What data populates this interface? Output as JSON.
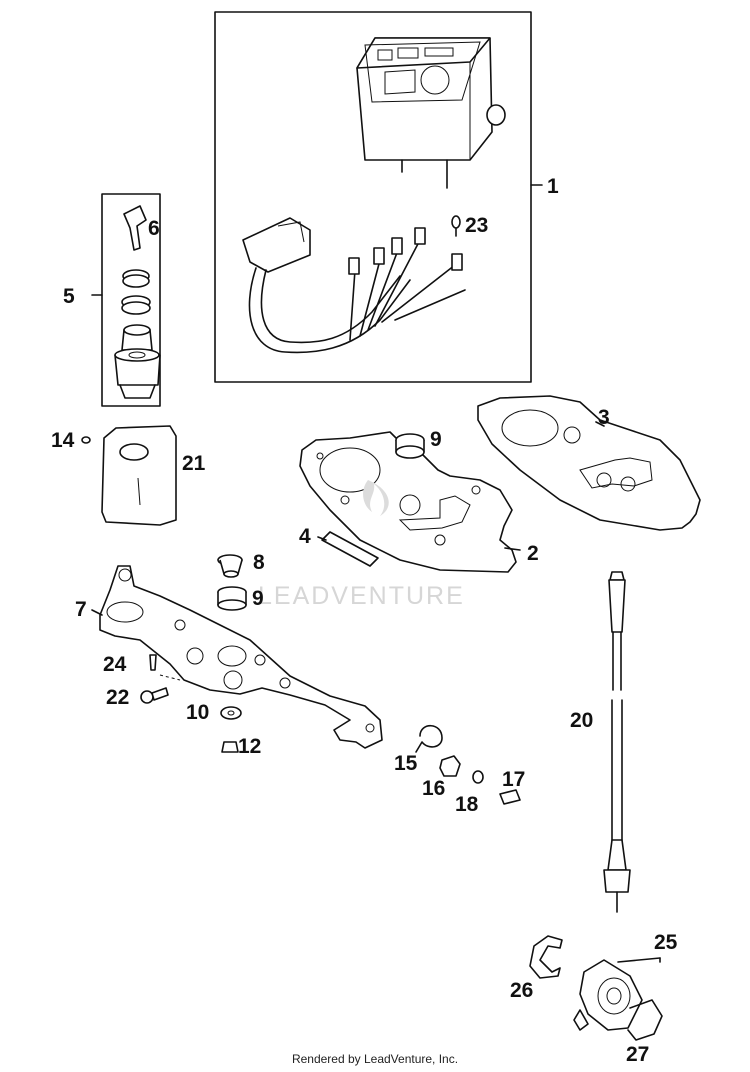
{
  "watermark": "LEADVENTURE",
  "footer": "Rendered by LeadVenture, Inc.",
  "callouts": {
    "c1": "1",
    "c2": "2",
    "c3": "3",
    "c4": "4",
    "c5": "5",
    "c6": "6",
    "c7": "7",
    "c8": "8",
    "c9a": "9",
    "c9b": "9",
    "c10": "10",
    "c12": "12",
    "c14": "14",
    "c15": "15",
    "c16": "16",
    "c17": "17",
    "c18": "18",
    "c20": "20",
    "c21": "21",
    "c22": "22",
    "c23": "23",
    "c24": "24",
    "c25": "25",
    "c26": "26",
    "c27": "27"
  }
}
